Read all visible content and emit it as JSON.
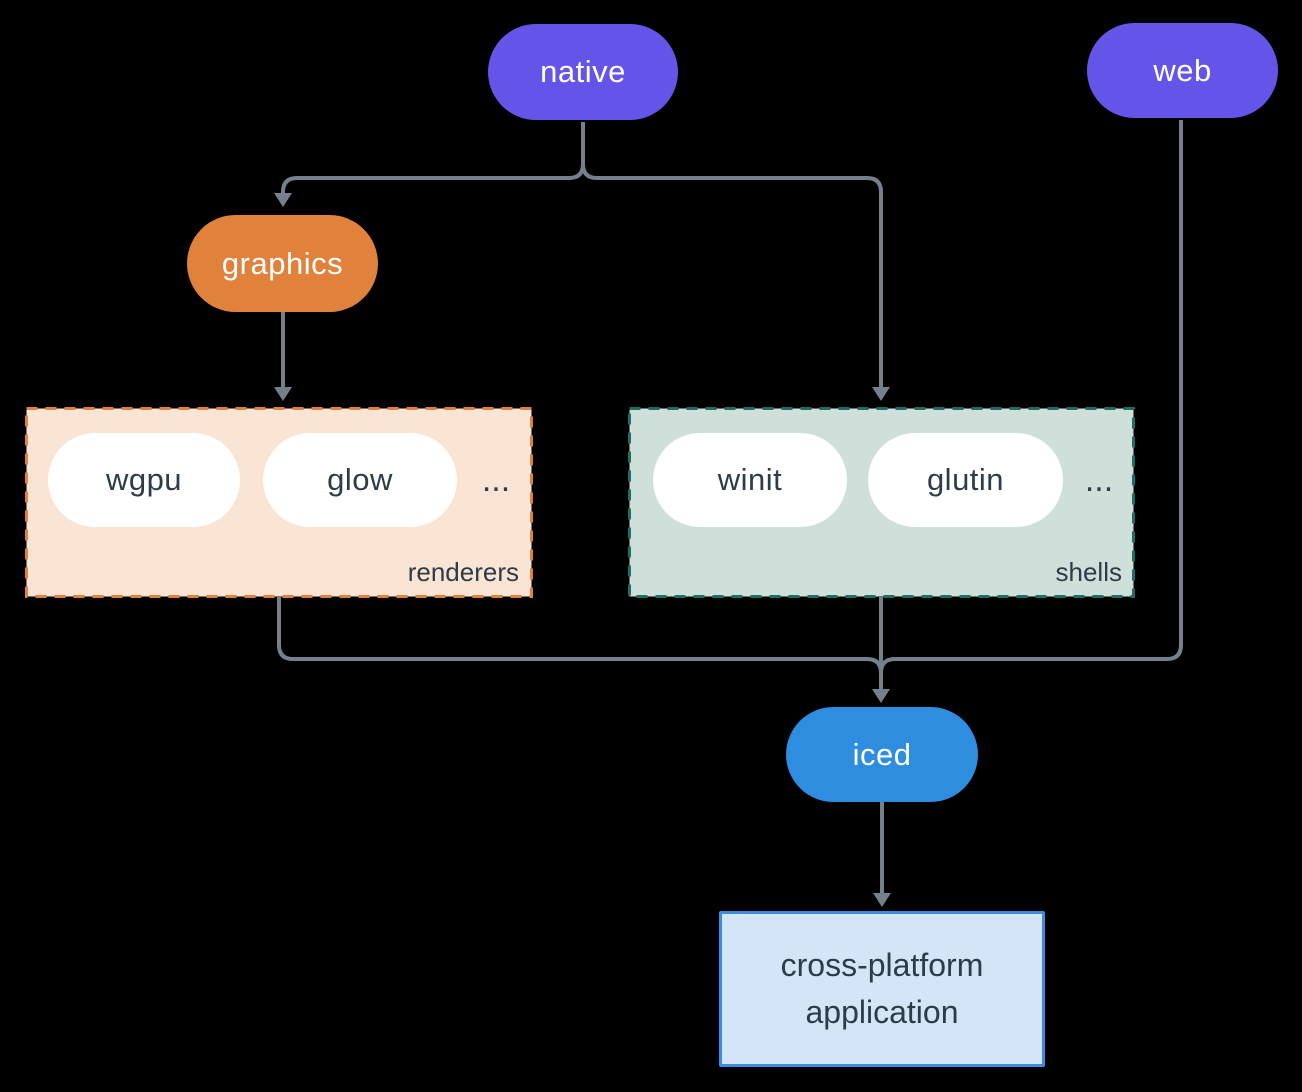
{
  "diagram": {
    "nodes": {
      "native": {
        "label": "native"
      },
      "web": {
        "label": "web"
      },
      "graphics": {
        "label": "graphics"
      },
      "wgpu": {
        "label": "wgpu"
      },
      "glow": {
        "label": "glow"
      },
      "winit": {
        "label": "winit"
      },
      "glutin": {
        "label": "glutin"
      },
      "iced": {
        "label": "iced"
      },
      "application": {
        "label": "cross-platform application"
      }
    },
    "groups": {
      "renderers": {
        "label": "renderers",
        "more": "..."
      },
      "shells": {
        "label": "shells",
        "more": "..."
      }
    },
    "colors": {
      "background": "#000000",
      "purple": "#6554e8",
      "orange": "#e0813c",
      "peach": "#fae4d4",
      "teal-dash": "#1f6e64",
      "sage": "#cfe0da",
      "blue": "#2f8de0",
      "app-fill": "#d4e5f7",
      "app-border": "#3c8ce0",
      "white": "#ffffff",
      "pill-text": "#ffffff",
      "ink": "#2d3c48",
      "line": "#74808c"
    }
  }
}
